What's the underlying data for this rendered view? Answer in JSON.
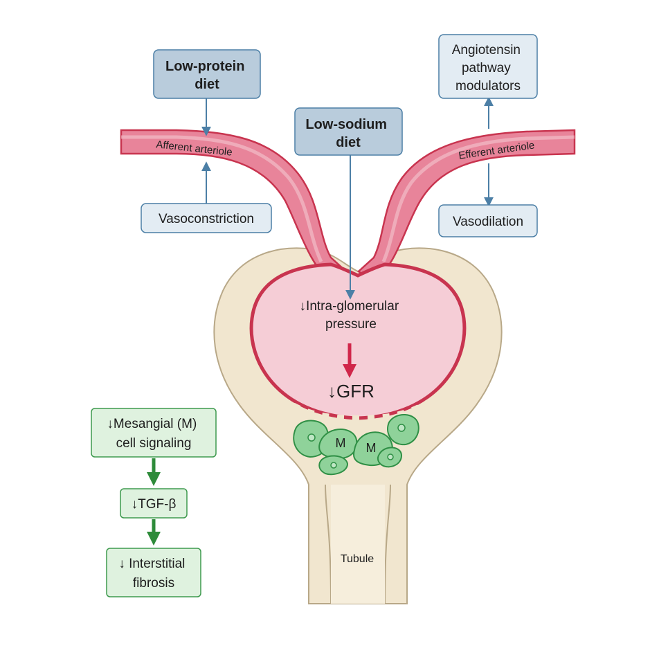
{
  "boxes": {
    "low_protein": {
      "line1": "Low-protein",
      "line2": "diet"
    },
    "low_sodium": {
      "line1": "Low-sodium",
      "line2": "diet"
    },
    "angiotensin": {
      "line1": "Angiotensin",
      "line2": "pathway",
      "line3": "modulators"
    },
    "vasoconstriction": {
      "text": "Vasoconstriction"
    },
    "vasodilation": {
      "text": "Vasodilation"
    },
    "mesangial": {
      "line1": "↓Mesangial (M)",
      "line2": "cell signaling"
    },
    "tgf": {
      "text": "↓TGF-β"
    },
    "fibrosis": {
      "line1": "↓ Interstitial",
      "line2": "fibrosis"
    }
  },
  "labels": {
    "afferent": "Afferent arteriole",
    "efferent": "Efferent arteriole",
    "pressure_line1": "↓Intra-glomerular",
    "pressure_line2": "pressure",
    "gfr": "↓GFR",
    "tubule": "Tubule",
    "mesangial_cell_1": "M",
    "mesangial_cell_2": "M"
  },
  "colors": {
    "arteriole_fill": "#e8849a",
    "arteriole_inner": "#f4c6d0",
    "arteriole_stroke": "#c8344f",
    "capsule_fill": "#f1e6cf",
    "capsule_stroke": "#b8a888",
    "glomerulus_fill": "#f5cdd6",
    "cell_fill": "#8fd29a",
    "cell_stroke": "#2f8f45",
    "blue_box_fill": "#b9ccdc",
    "light_blue_box_fill": "#e3ecf3",
    "blue_stroke": "#4c7fa6",
    "green_box_fill": "#dff2df",
    "green_stroke": "#3e9a4e",
    "red_arrow": "#d0264a",
    "green_arrow": "#2e8b3a"
  }
}
